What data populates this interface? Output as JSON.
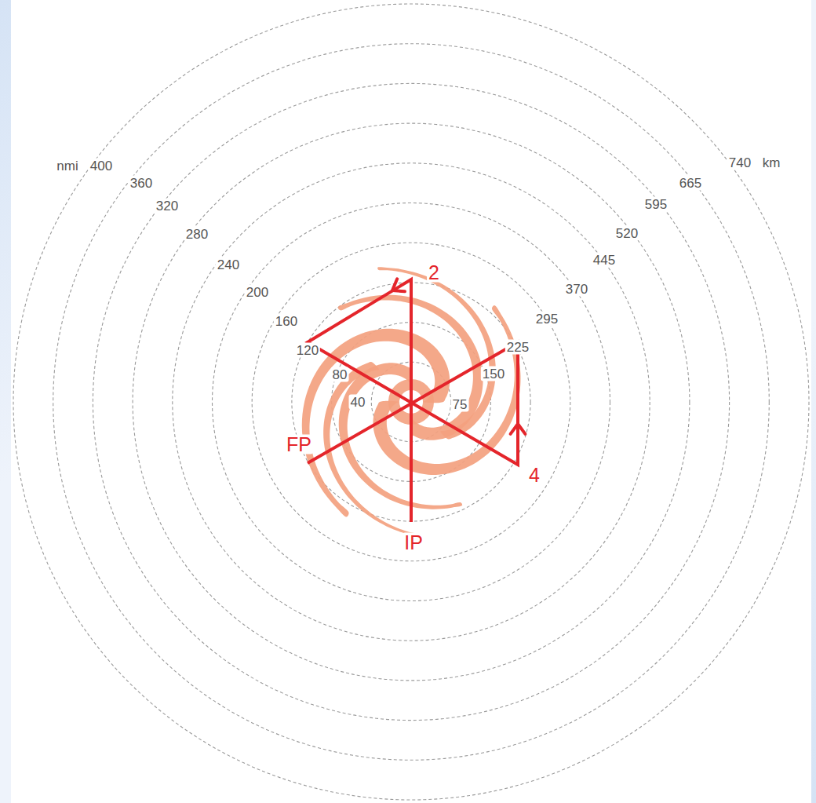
{
  "diagram": {
    "labels": [
      "nmi",
      "400",
      "360",
      "320",
      "280",
      "240",
      "200",
      "160",
      "120",
      "80",
      "40",
      "740",
      "km",
      "665",
      "595",
      "520",
      "445",
      "370",
      "295",
      "225",
      "150",
      "75",
      "2",
      "4",
      "FP",
      "IP"
    ]
  }
}
